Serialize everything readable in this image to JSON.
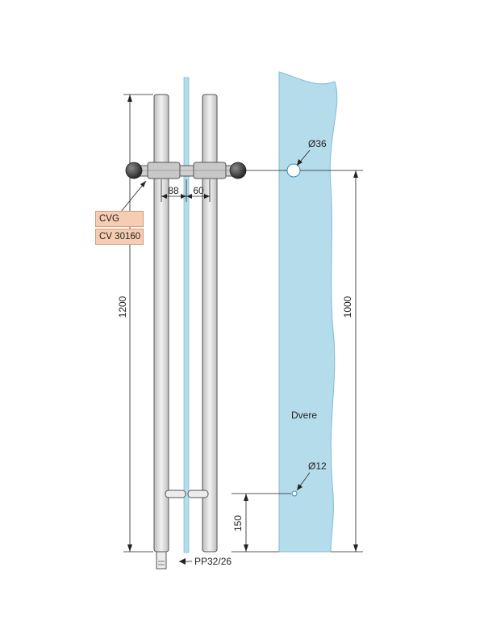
{
  "labels": {
    "product_codes": [
      "CVG 30160",
      "CV 30160"
    ],
    "door": "Dvere",
    "hole_large": "Ø36",
    "hole_small": "Ø12",
    "pin": "PP32/26"
  },
  "dimensions": {
    "handle_length": "1200",
    "offset_left": "88",
    "offset_right": "60",
    "hole_spacing": "1000",
    "bottom_offset": "150"
  },
  "colors": {
    "glass": "#b5dcea",
    "glass_edge": "#7fbcd6",
    "label_bg": "#f6cdb2",
    "metal": "#d8d8d8",
    "knob": "#3a3a3a"
  }
}
